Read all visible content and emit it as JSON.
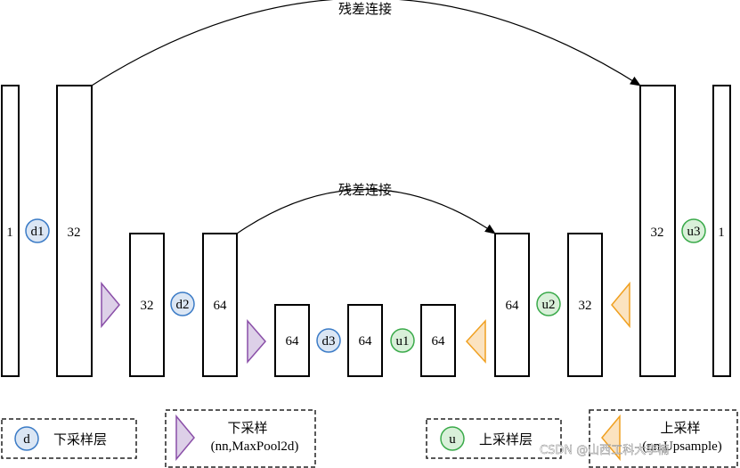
{
  "blocks": {
    "in1": "1",
    "enc32a": "32",
    "enc32b": "32",
    "enc64a": "64",
    "bot64a": "64",
    "bot64b": "64",
    "bot64c": "64",
    "dec64": "64",
    "dec32a": "32",
    "dec32b": "32",
    "out1": "1"
  },
  "ops": {
    "d1": "d1",
    "d2": "d2",
    "d3": "d3",
    "u1": "u1",
    "u2": "u2",
    "u3": "u3"
  },
  "skip_connections": {
    "outer": "残差连接",
    "inner": "残差连接"
  },
  "legend": {
    "d_symbol": "d",
    "d_label": "下采样层",
    "down_title": "下采样",
    "down_sub": "(nn,MaxPool2d)",
    "u_symbol": "u",
    "u_label": "上采样层",
    "up_title": "上采样",
    "up_sub": "(nn.Upsample)"
  },
  "watermark": "CSDN @山西工科大李楠",
  "colors": {
    "down_circle_fill": "#dbe6f4",
    "down_circle_stroke": "#3b7bc6",
    "up_circle_fill": "#d9f0d9",
    "up_circle_stroke": "#3aaa4a",
    "down_arrow_fill": "#ddd0e8",
    "down_arrow_stroke": "#8a4fa8",
    "up_arrow_fill": "#fbe3c0",
    "up_arrow_stroke": "#f0a020"
  }
}
